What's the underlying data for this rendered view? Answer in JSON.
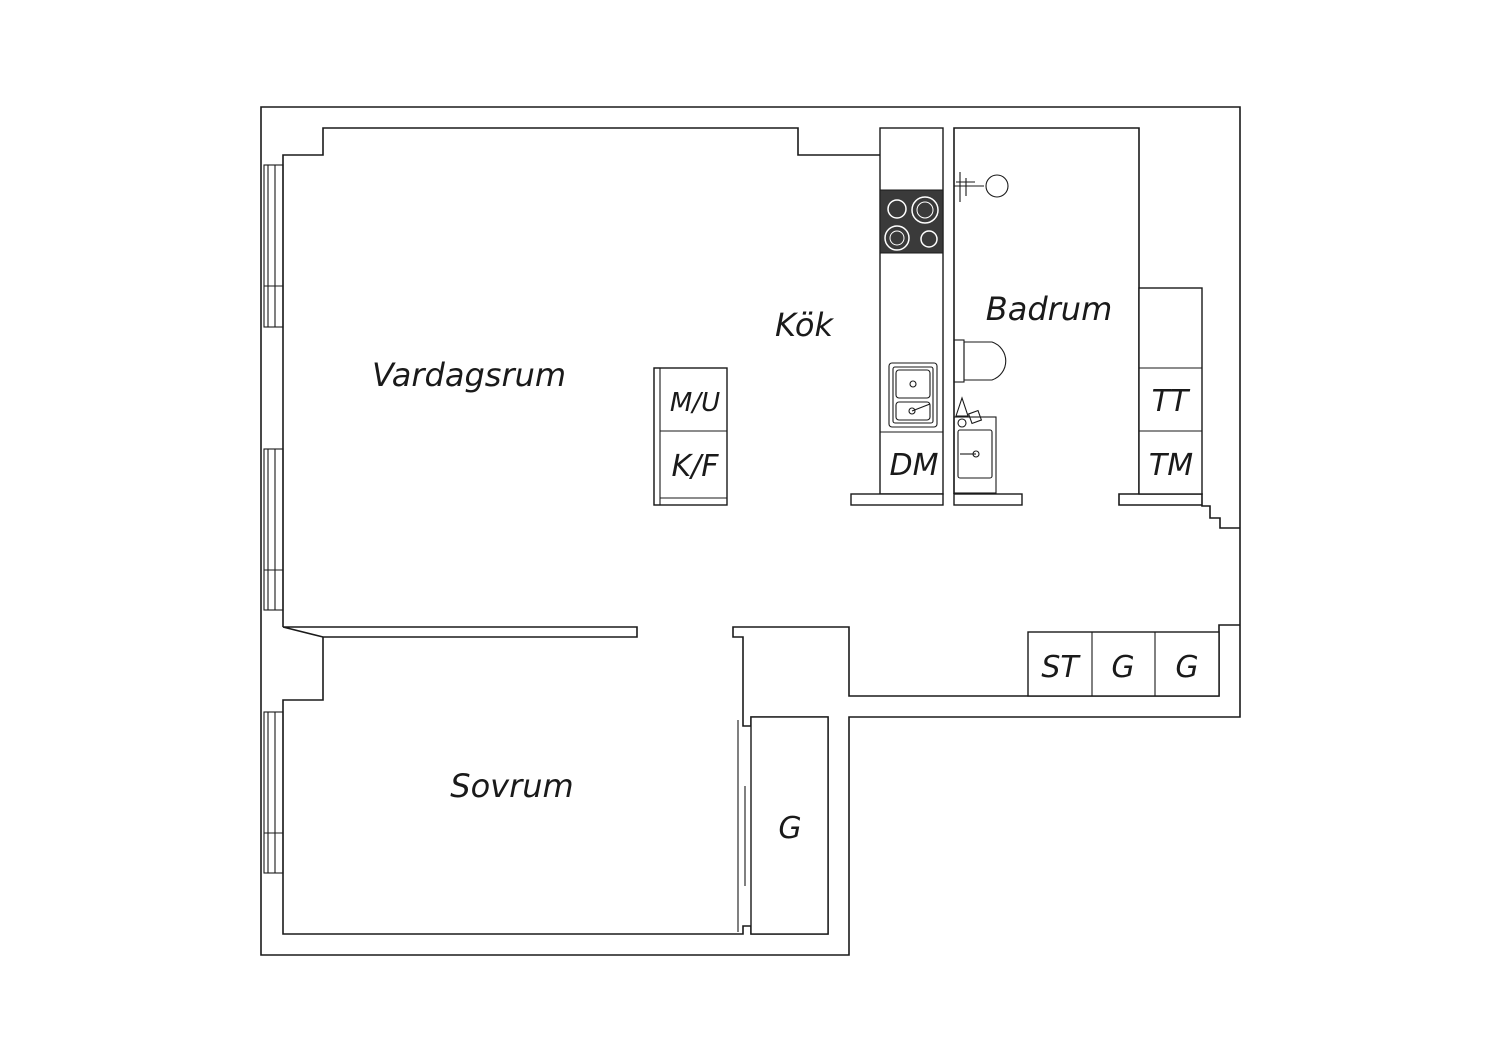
{
  "rooms": {
    "vardagsrum": "Vardagsrum",
    "kok": "Kök",
    "badrum": "Badrum",
    "sovrum": "Sovrum"
  },
  "fixtures": {
    "mu": "M/U",
    "kf": "K/F",
    "dm": "DM",
    "tt": "TT",
    "tm": "TM",
    "st": "ST",
    "g_hall_1": "G",
    "g_hall_2": "G",
    "g_closet": "G"
  },
  "colors": {
    "line": "#1a1a1a",
    "hob": "#3a3a3a",
    "background": "#ffffff"
  }
}
